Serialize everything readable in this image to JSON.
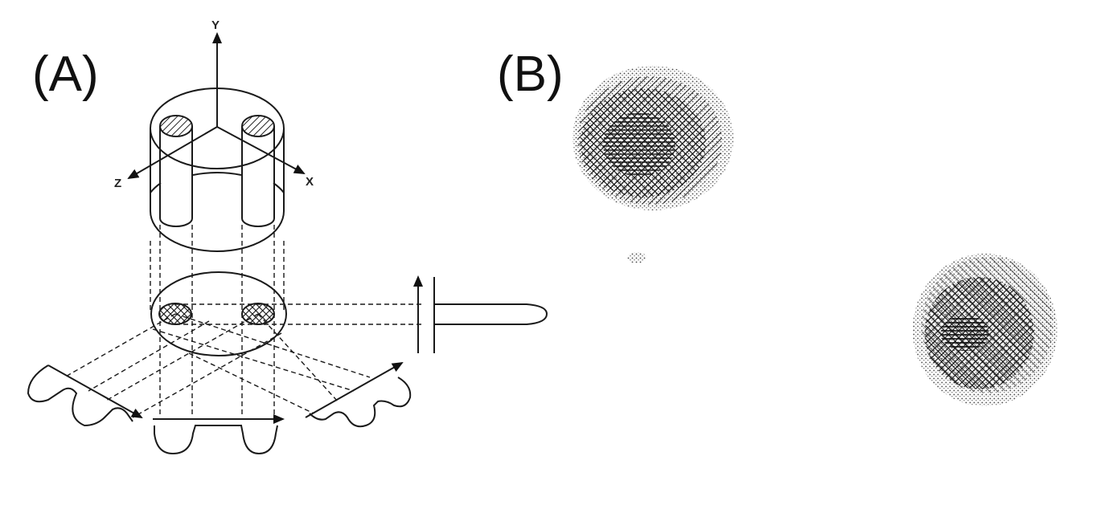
{
  "panels": {
    "a": {
      "label": "(A)"
    },
    "b": {
      "label": "(B)"
    }
  },
  "axes": {
    "y": "Y",
    "x": "X",
    "z": "Z"
  }
}
